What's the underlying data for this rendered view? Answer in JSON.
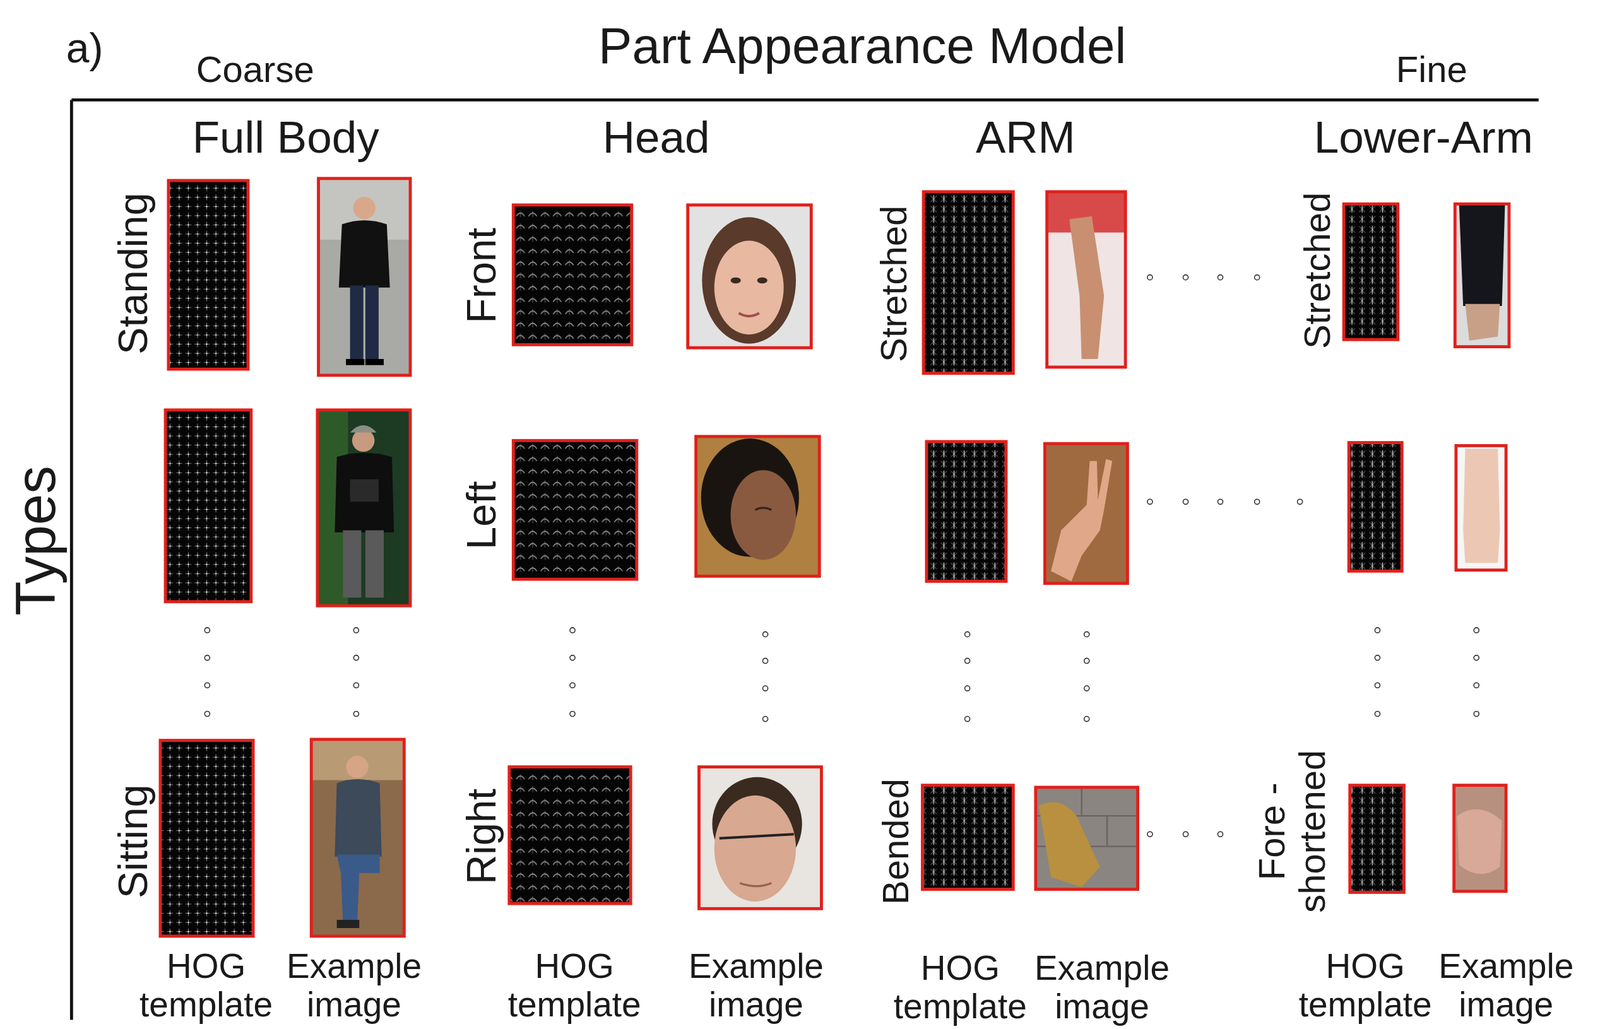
{
  "diagram": {
    "title": "Part Appearance Model",
    "labels": [
      "a)",
      "Coarse",
      "Fine",
      "Types",
      "Full Body",
      "Head",
      "ARM",
      "Lower-Arm",
      "Standing",
      "Sitting",
      "Front",
      "Left",
      "Right",
      "Stretched",
      "Bended",
      "Stretched",
      "Fore -shortened",
      "HOG template",
      "Example image",
      "HOG template",
      "Example image",
      "HOG template",
      "Example image",
      "HOG template",
      "Example image"
    ]
  }
}
